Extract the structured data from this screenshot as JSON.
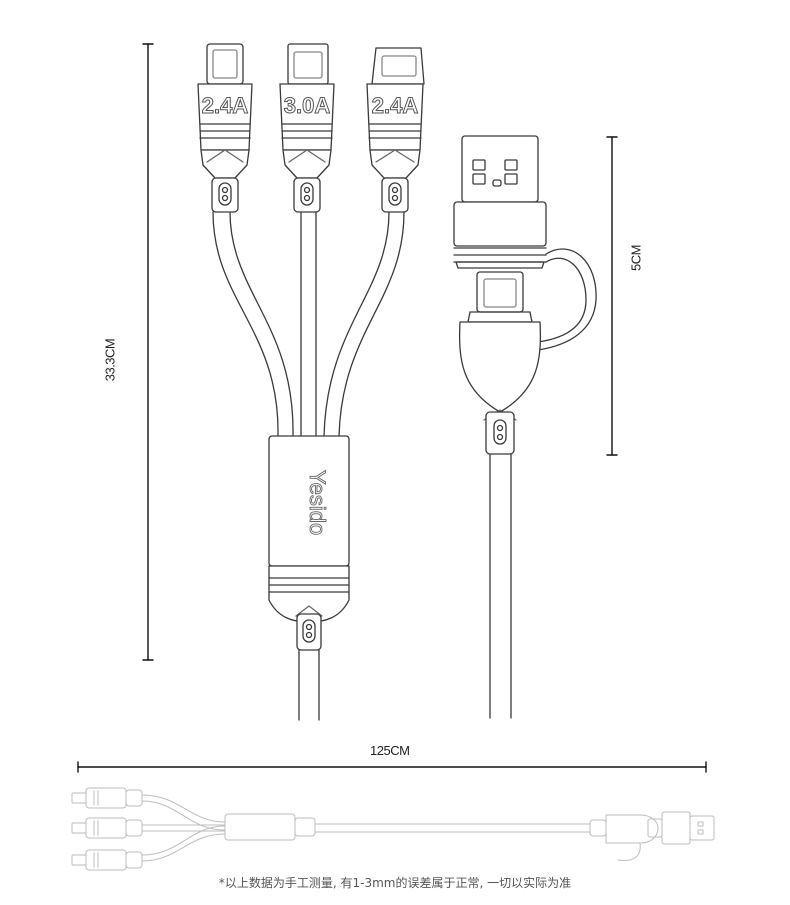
{
  "dimensions": {
    "cable_height": "33.3CM",
    "cable_length": "125CM",
    "adapter_height": "5CM"
  },
  "connectors": {
    "lightning": {
      "rating": "2.4A"
    },
    "type_c": {
      "rating": "3.0A"
    },
    "micro_usb": {
      "rating": "2.4A"
    }
  },
  "brand": "Yesido",
  "footnote": "*以上数据为手工测量, 有1-3mm的误差属于正常, 一切以实际为准",
  "colors": {
    "line": "#3a3a3a",
    "light_line": "#bdbdbd",
    "fill": "#ffffff"
  }
}
